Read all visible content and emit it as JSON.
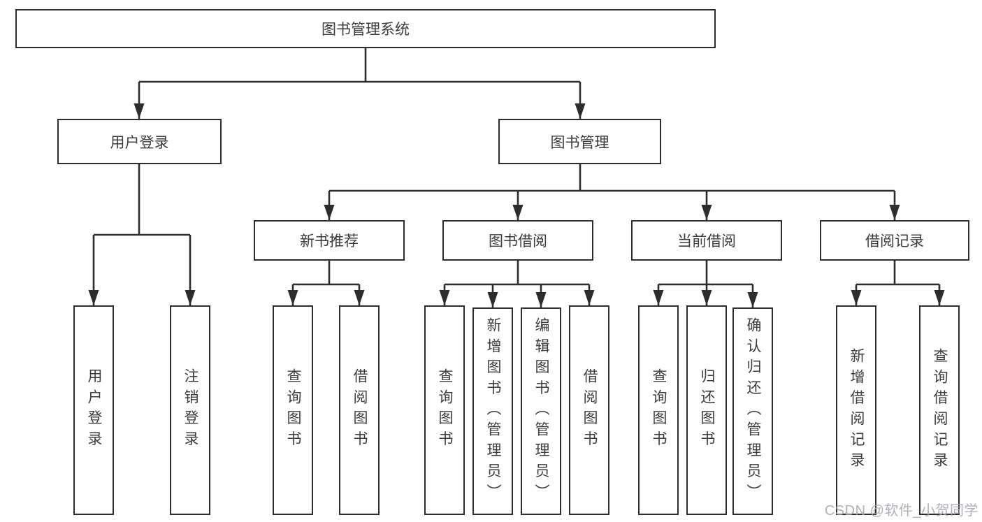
{
  "tree": {
    "root": {
      "label": "图书管理系统"
    },
    "branches": [
      {
        "label": "用户登录",
        "children": [
          {
            "label": "用户登录"
          },
          {
            "label": "注销登录"
          }
        ]
      },
      {
        "label": "图书管理",
        "children": [
          {
            "label": "新书推荐",
            "children": [
              {
                "label": "查询图书"
              },
              {
                "label": "借阅图书"
              }
            ]
          },
          {
            "label": "图书借阅",
            "children": [
              {
                "label": "查询图书"
              },
              {
                "label": "新增图书（管理员）"
              },
              {
                "label": "编辑图书（管理员）"
              },
              {
                "label": "借阅图书"
              }
            ]
          },
          {
            "label": "当前借阅",
            "children": [
              {
                "label": "查询图书"
              },
              {
                "label": "归还图书"
              },
              {
                "label": "确认归还（管理员）"
              }
            ]
          },
          {
            "label": "借阅记录",
            "children": [
              {
                "label": "新增借阅记录"
              },
              {
                "label": "查询借阅记录"
              }
            ]
          }
        ]
      }
    ]
  },
  "watermark": "CSDN @软件_小贺同学",
  "colors": {
    "line": "#2d2d2d",
    "text": "#3c3c3c",
    "watermark": "#a9a9b0",
    "background": "#ffffff"
  }
}
